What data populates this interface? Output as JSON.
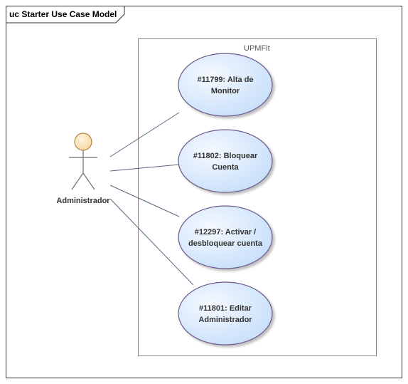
{
  "diagram": {
    "frame_title": "uc Starter Use Case Model",
    "system_boundary": "UPMFit",
    "actor": "Administrador",
    "use_cases": [
      {
        "line1": "#11799: Alta de",
        "line2": "Monitor"
      },
      {
        "line1": "#11802: Bloquear",
        "line2": "Cuenta"
      },
      {
        "line1": "#12297: Activar /",
        "line2": "desbloquear cuenta"
      },
      {
        "line1": "#11801: Editar",
        "line2": "Administrador"
      }
    ]
  },
  "colors": {
    "usecase_fill_light": "#f3f8ff",
    "usecase_fill_dark": "#c9e1fb",
    "usecase_stroke": "#6c5a8a",
    "actor_head_fill": "#fbe3b8",
    "actor_head_stroke": "#b5884a",
    "line": "#5a6680"
  }
}
